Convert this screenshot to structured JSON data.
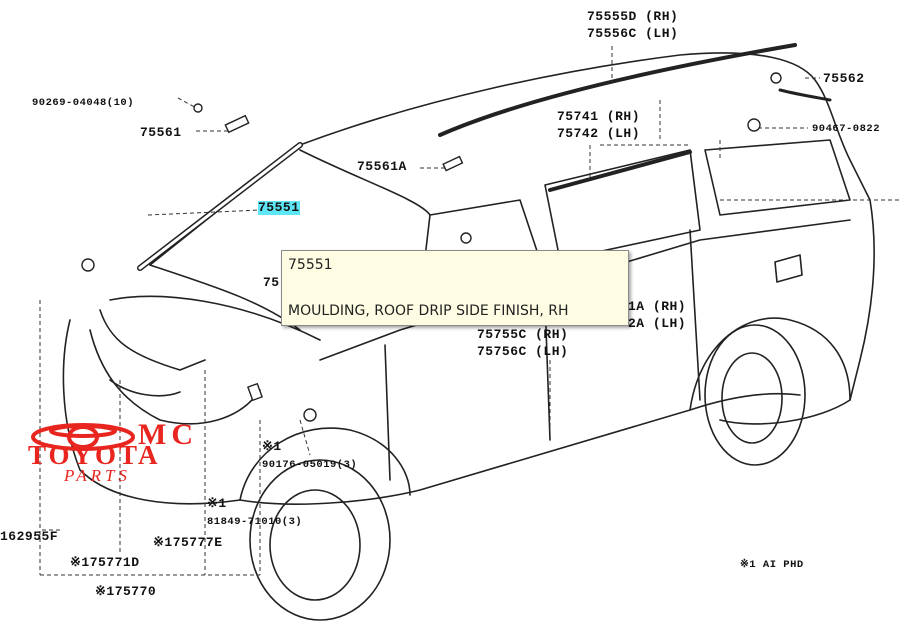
{
  "labels": {
    "p75555d": "75555D (RH)",
    "p75556c": "75556C (LH)",
    "p75562": "75562",
    "p90269": "90269-04048(10)",
    "p75561": "75561",
    "p75741": "75741 (RH)",
    "p75742": "75742 (LH)",
    "p90467": "90467-0822",
    "p75561a": "75561A",
    "p75551": "75551",
    "p75_partial": "75",
    "p1a_rh": "1A (RH)",
    "p2a_lh": "2A (LH)",
    "p75755c": "75755C (RH)",
    "p75756c": "75756C (LH)",
    "p_note1": "※1",
    "p90176": "90176-05019(3)",
    "p_note2": "※1",
    "p81849": "81849-71010(3)",
    "p162955f": "162955F",
    "p175771d": "※175771D",
    "p175777e": "※175777E",
    "p175770": "※175770",
    "p_note_footer": "※1 AI PHD"
  },
  "tooltip": {
    "part_number": "75551",
    "description": "MOULDING, ROOF DRIP SIDE FINISH, RH"
  },
  "logo": {
    "mc": "MC",
    "toyota": "TOYOTA",
    "parts": "PARTS"
  },
  "colors": {
    "highlight": "#5fe6f5",
    "tooltip_bg": "#fefde4",
    "logo_red": "#e8251f"
  }
}
